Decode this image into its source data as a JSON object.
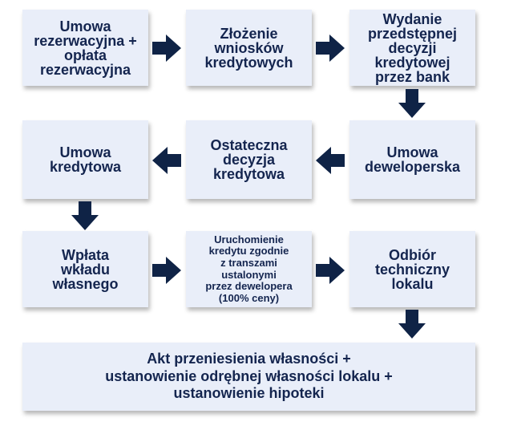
{
  "colors": {
    "box_fill": "#e9eef9",
    "text": "#14254f",
    "arrow": "#0f2346"
  },
  "steps": [
    {
      "id": "umowa-rezerwacyjna",
      "label": "Umowa\nrezerwacyjna +\nopłata\nrezerwacyjna"
    },
    {
      "id": "zlozenie-wnioskow",
      "label": "Złożenie\nwniosków\nkredytowych"
    },
    {
      "id": "wydanie-decyzji",
      "label": "Wydanie\nprzedstępnej\ndecyzji\nkredytowej\nprzez bank"
    },
    {
      "id": "umowa-deweloperska",
      "label": "Umowa\ndeweloperska"
    },
    {
      "id": "ostateczna-decyzja",
      "label": "Ostateczna\ndecyzja\nkredytowa"
    },
    {
      "id": "umowa-kredytowa",
      "label": "Umowa\nkredytowa"
    },
    {
      "id": "wplata-wkladu",
      "label": "Wpłata\nwkładu\nwłasnego"
    },
    {
      "id": "uruchomienie-kredytu",
      "label": "Uruchomienie\nkredytu zgodnie\nz transzami ustalonymi\nprzez dewelopera\n(100% ceny)"
    },
    {
      "id": "odbior-techniczny",
      "label": "Odbiór\ntechniczny\nlokalu"
    },
    {
      "id": "akt-przeniesienia",
      "label": "Akt przeniesienia własności +\nustanowienie odrębnej własności lokalu +\nustanowienie hipoteki"
    }
  ]
}
